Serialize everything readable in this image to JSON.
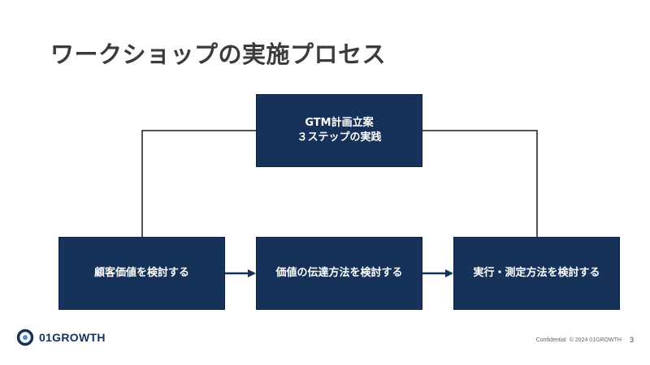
{
  "slide": {
    "title": "ワークショップの実施プロセス",
    "page_number": "3"
  },
  "diagram": {
    "top_box": {
      "line1": "GTM計画立案",
      "line2": "３ステップの実践"
    },
    "steps": [
      {
        "label": "顧客価値を検討する"
      },
      {
        "label": "価値の伝達方法を検討する"
      },
      {
        "label": "実行・測定方法を検討する"
      }
    ]
  },
  "footer": {
    "logo_text": "01GROWTH",
    "confidential": "Confidential",
    "copyright": "© 2024 01GROWTH"
  },
  "colors": {
    "box_fill": "#163259",
    "connector": "#1a1a1a",
    "arrow": "#163259",
    "title_text": "#3b3b3b"
  }
}
